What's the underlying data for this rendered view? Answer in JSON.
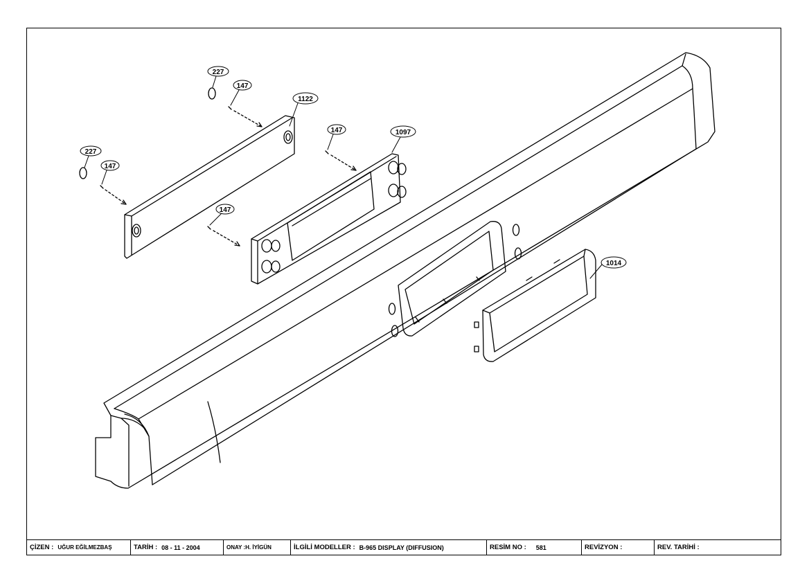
{
  "callouts": [
    {
      "id": "callout-227-a",
      "label": "227"
    },
    {
      "id": "callout-147-a",
      "label": "147"
    },
    {
      "id": "callout-1122",
      "label": "1122"
    },
    {
      "id": "callout-227-b",
      "label": "227"
    },
    {
      "id": "callout-147-b",
      "label": "147"
    },
    {
      "id": "callout-147-c",
      "label": "147"
    },
    {
      "id": "callout-147-d",
      "label": "147"
    },
    {
      "id": "callout-1097",
      "label": "1097"
    },
    {
      "id": "callout-1014",
      "label": "1014"
    }
  ],
  "title_block": {
    "cizen_label": "ÇİZEN :",
    "cizen_value": "UĞUR EĞİLMEZBAŞ",
    "tarih_label": "TARİH :",
    "tarih_value": "08 - 11 - 2004",
    "onay_label": "ONAY :",
    "onay_value": "H. İYİGÜN",
    "modeller_label": "İLGİLİ MODELLER :",
    "modeller_value": "B-965 DISPLAY (DIFFUSION)",
    "resim_label": "RESİM NO :",
    "resim_value": "581",
    "revizyon_label": "REVİZYON :",
    "revizyon_value": "",
    "rev_tarihi_label": "REV. TARİHİ :",
    "rev_tarihi_value": ""
  }
}
